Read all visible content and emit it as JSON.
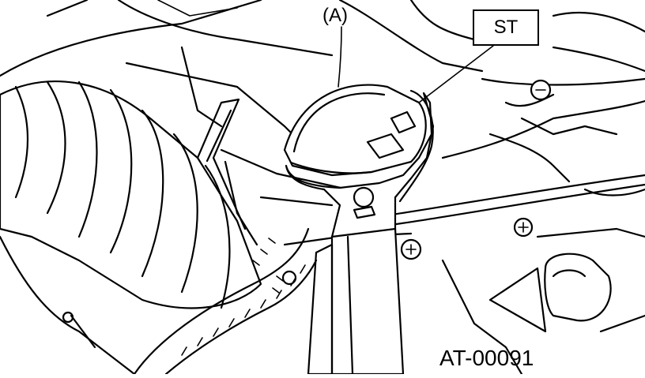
{
  "callouts": {
    "part_a": "(A)",
    "special_tool": "ST"
  },
  "figure_code": "AT-00091"
}
